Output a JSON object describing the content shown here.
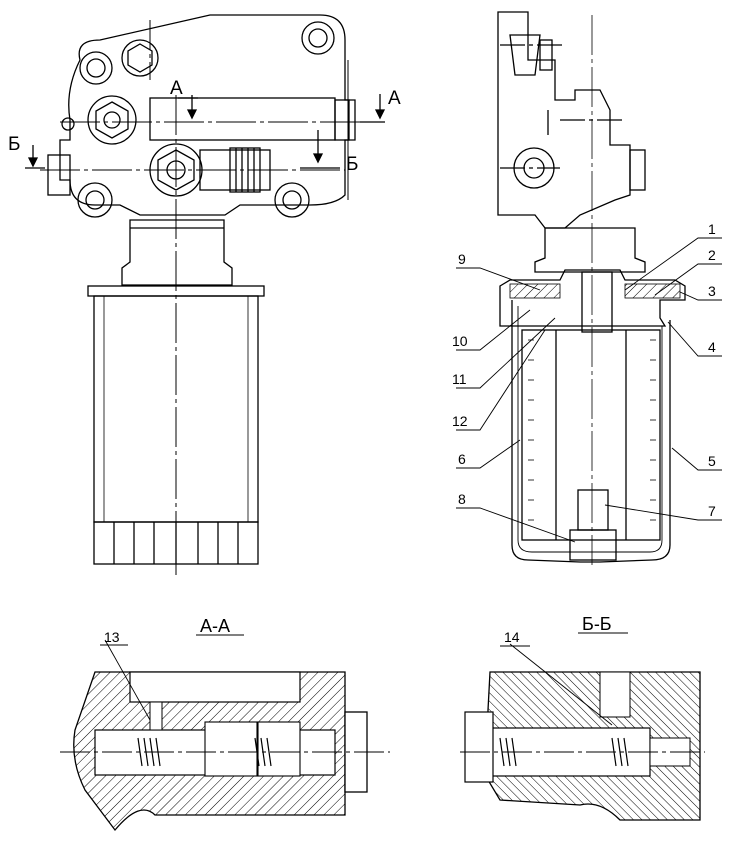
{
  "section_marks": {
    "a_left": "А",
    "a_right": "А",
    "b_left": "Б",
    "b_right": "Б"
  },
  "section_titles": {
    "aa": "А-А",
    "bb": "Б-Б"
  },
  "callouts": {
    "c1": "1",
    "c2": "2",
    "c3": "3",
    "c4": "4",
    "c5": "5",
    "c6": "6",
    "c7": "7",
    "c8": "8",
    "c9": "9",
    "c10": "10",
    "c11": "11",
    "c12": "12",
    "c13": "13",
    "c14": "14"
  }
}
